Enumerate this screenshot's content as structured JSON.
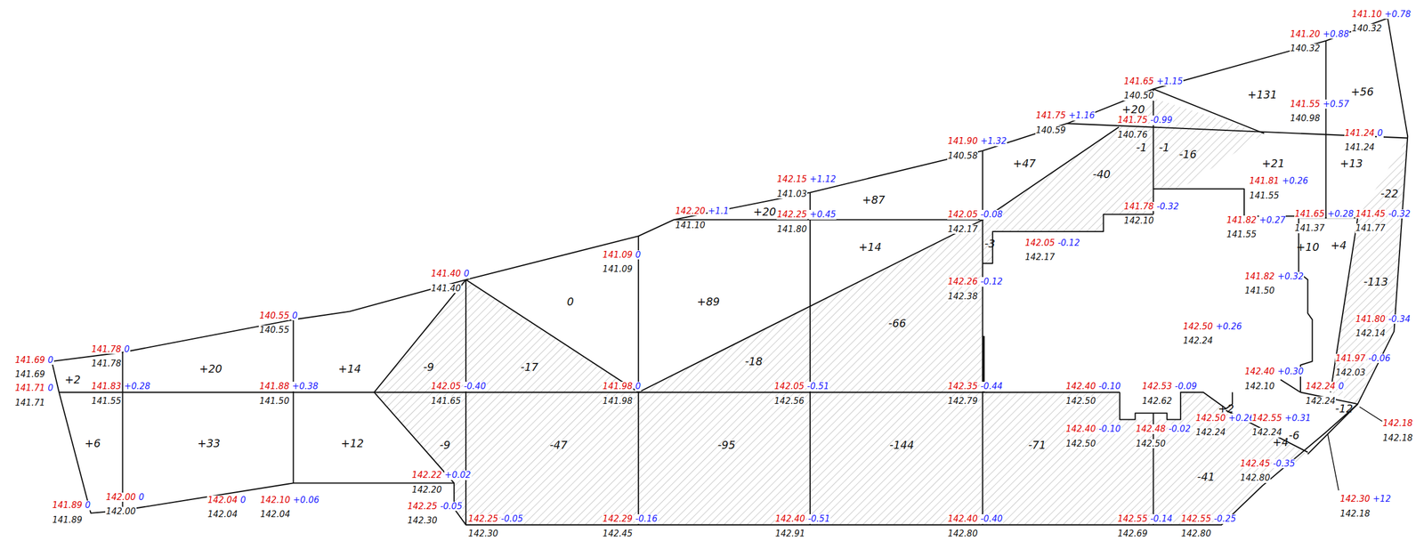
{
  "diagram": {
    "labels": [
      "141.69",
      "0",
      "141.69",
      "141.78",
      "0",
      "141.78",
      "141.71",
      "0",
      "141.71",
      "141.83",
      "+0.28",
      "141.55",
      "140.55",
      "0",
      "140.55",
      "141.88",
      "+0.38",
      "141.50",
      "141.40",
      "0",
      "141.40",
      "142.05",
      "-0.40",
      "141.65",
      "141.09",
      "0",
      "141.09",
      "141.98",
      "0",
      "141.98",
      "142.20",
      "+1.1",
      "141.10",
      "142.15",
      "+1.12",
      "141.03",
      "142.25",
      "+0.45",
      "141.80",
      "142.05",
      "-0.51",
      "142.56",
      "141.90",
      "+1.32",
      "140.58",
      "142.05",
      "-0.08",
      "142.17",
      "142.05",
      "-0.12",
      "142.17",
      "142.26",
      "-0.12",
      "142.38",
      "142.35",
      "-0.44",
      "142.79",
      "141.75",
      "+1.16",
      "140.59",
      "141.65",
      "+1.15",
      "140.50",
      "141.75",
      "-0.99",
      "140.76",
      "141.78",
      "-0.32",
      "142.10",
      "141.20",
      "+0.88",
      "140.32",
      "141.10",
      "+0.78",
      "140.32",
      "141.55",
      "+0.57",
      "140.98",
      "141.24",
      "0",
      "141.24",
      "141.81",
      "+0.26",
      "141.55",
      "141.82",
      "+0.27",
      "141.55",
      "141.65",
      "+0.28",
      "141.37",
      "141.45",
      "-0.32",
      "141.77",
      "141.82",
      "+0.32",
      "141.50",
      "142.50",
      "+0.26",
      "142.24",
      "141.80",
      "-0.34",
      "142.14",
      "141.97",
      "-0.06",
      "142.03",
      "142.40",
      "+0.30",
      "142.10",
      "142.24",
      "0",
      "142.24",
      "142.40",
      "-0.10",
      "142.50",
      "142.53",
      "-0.09",
      "142.62",
      "142.40",
      "-0.10",
      "142.50",
      "142.48",
      "-0.02",
      "142.50",
      "142.50",
      "+0.26",
      "142.24",
      "142.55",
      "+0.31",
      "142.24",
      "142.45",
      "-0.35",
      "142.80",
      "142.18",
      "142.18",
      "142.30",
      "+12",
      "142.18",
      "141.89",
      "0",
      "141.89",
      "142.00",
      "0",
      "142.00",
      "142.04",
      "0",
      "142.04",
      "142.10",
      "+0.06",
      "142.04",
      "142.22",
      "+0.02",
      "142.20",
      "142.25",
      "-0.05",
      "142.30",
      "142.25",
      "-0.05",
      "142.30",
      "142.29",
      "-0.16",
      "142.45",
      "142.40",
      "-0.51",
      "142.91",
      "142.40",
      "-0.40",
      "142.80",
      "142.55",
      "-0.14",
      "142.69",
      "142.55",
      "-0.25",
      "142.80",
      "+2",
      "+6",
      "+20",
      "+33",
      "+14",
      "+12",
      "-9",
      "-17",
      "-9",
      "-47",
      "0",
      "+89",
      "+20",
      "+87",
      "+14",
      "-18",
      "-95",
      "-66",
      "-144",
      "-71",
      "-3",
      "+47",
      "-40",
      "+20",
      "-1",
      "-1",
      "-16",
      "+131",
      "+56",
      "+21",
      "+13",
      "-22",
      "+4",
      "+10",
      "-113",
      "+2",
      "+4",
      "-6",
      "-12",
      "-41"
    ]
  }
}
